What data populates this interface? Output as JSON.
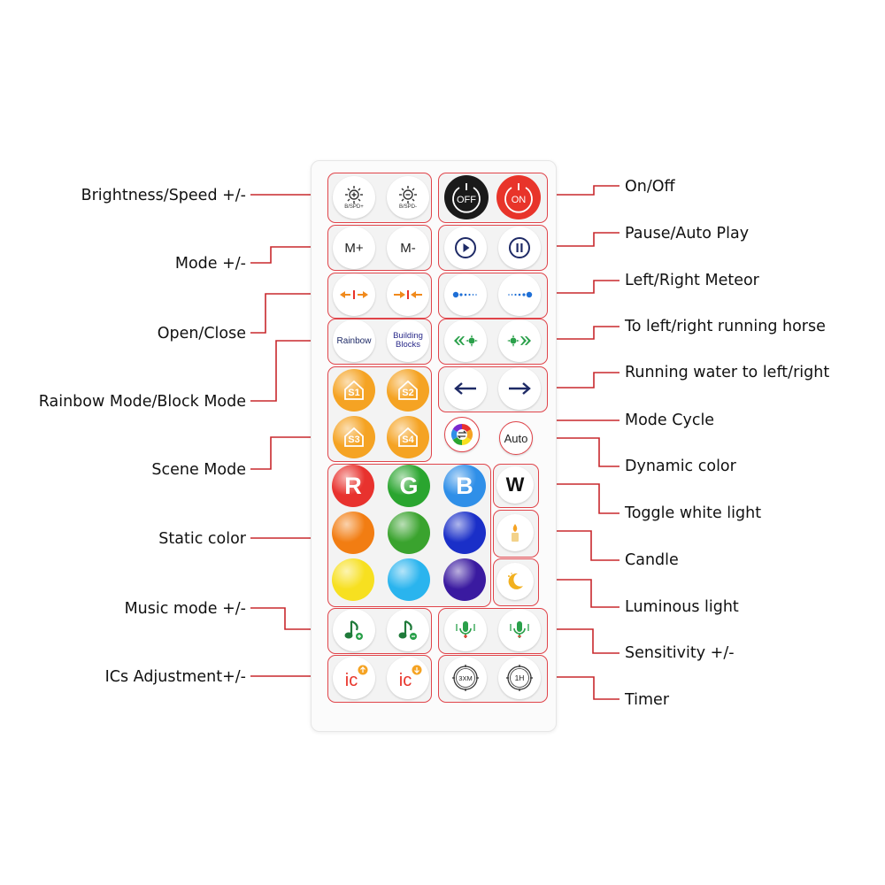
{
  "labels_left": {
    "brightness_speed": "Brightness/Speed +/-",
    "mode": "Mode +/-",
    "open_close": "Open/Close",
    "rainbow_block": "Rainbow Mode/Block Mode",
    "scene_mode": "Scene Mode",
    "static_color": "Static color",
    "music_mode": "Music mode +/-",
    "ics_adjustment": "ICs Adjustment+/-"
  },
  "labels_right": {
    "on_off": "On/Off",
    "pause_auto_play": "Pause/Auto Play",
    "left_right_meteor": "Left/Right Meteor",
    "running_horse": "To left/right running horse",
    "running_water": "Running water to left/right",
    "mode_cycle": "Mode Cycle",
    "dynamic_color": "Dynamic color",
    "toggle_white": "Toggle white light",
    "candle": "Candle",
    "luminous_light": "Luminous light",
    "sensitivity": "Sensitivity +/-",
    "timer": "Timer"
  },
  "buttons": {
    "bspd_plus": "B/SPD+",
    "bspd_minus": "B/SPD-",
    "off": "OFF",
    "on": "ON",
    "mode_plus": "M+",
    "mode_minus": "M-",
    "rainbow": "Rainbow",
    "building_blocks_1": "Building",
    "building_blocks_2": "Blocks",
    "scene_1": "S1",
    "scene_2": "S2",
    "scene_3": "S3",
    "scene_4": "S4",
    "auto": "Auto",
    "red": "R",
    "green": "G",
    "blue": "B",
    "white": "W",
    "ic_plus": "ic",
    "ic_minus": "ic",
    "timer_30m": "3XM",
    "timer_1h": "1H"
  },
  "colors": {
    "leader_line": "#c8282d",
    "group_border": "#e0444a",
    "off_button": "#1a1a1a",
    "on_button": "#e8342a",
    "scene_orange": "#f5a323",
    "static": [
      "#e8322e",
      "#2aa52f",
      "#2f8fe8",
      "#f27d12",
      "#3aa32e",
      "#1a2fc8",
      "#f7e020",
      "#2ab4ee",
      "#3a1aa0"
    ]
  },
  "icons": [
    "sun-plus-icon",
    "sun-minus-icon",
    "power-icon",
    "play-icon",
    "pause-icon",
    "meteor-icon",
    "running-horse-icon",
    "arrow-left-icon",
    "arrow-right-icon",
    "color-wheel-icon",
    "candle-icon",
    "moon-icon",
    "music-note-icon",
    "microphone-icon",
    "timer-icon"
  ]
}
